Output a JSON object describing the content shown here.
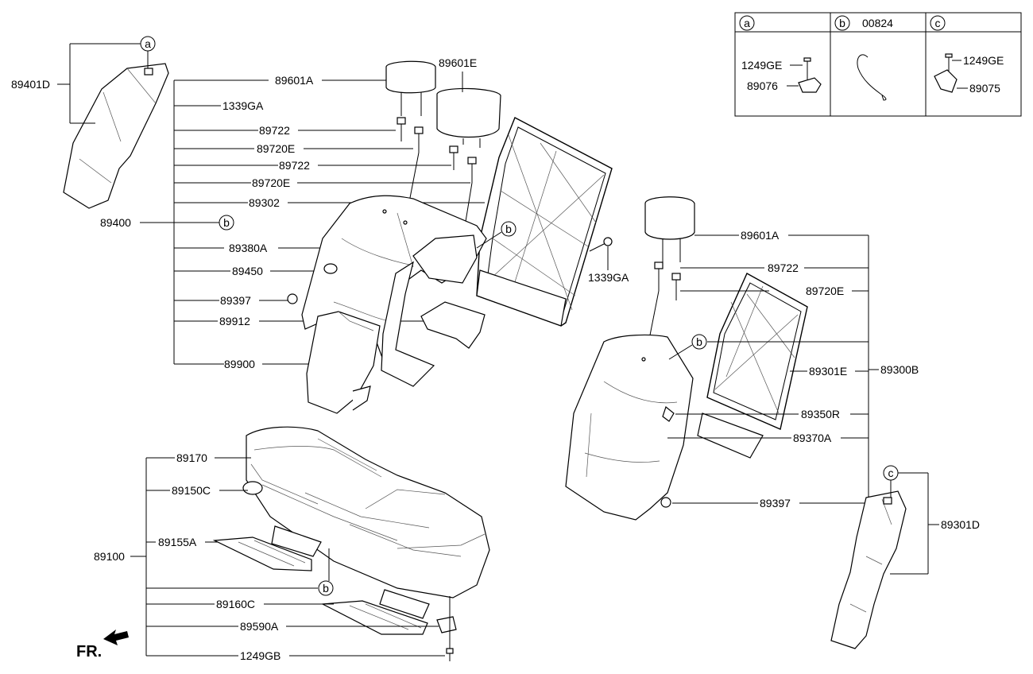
{
  "legend": {
    "header_a": "a",
    "header_b": "b",
    "header_b_code": "00824",
    "header_c": "c",
    "a_bolt": "1249GE",
    "a_cover": "89076",
    "c_bolt": "1249GE",
    "c_cover": "89075"
  },
  "callouts": {
    "a": "a",
    "b": "b",
    "c": "c"
  },
  "labels": {
    "p89401D": "89401D",
    "p89601A_l": "89601A",
    "p89601E": "89601E",
    "p1339GA_l": "1339GA",
    "p89722_l1": "89722",
    "p89720E_l1": "89720E",
    "p89722_l2": "89722",
    "p89720E_l2": "89720E",
    "p89302": "89302",
    "p89400": "89400",
    "p89380A": "89380A",
    "p89450": "89450",
    "p89397_l": "89397",
    "p89912": "89912",
    "p89900": "89900",
    "p1339GA_r": "1339GA",
    "p89601A_r": "89601A",
    "p89722_r": "89722",
    "p89720E_r": "89720E",
    "p89301E": "89301E",
    "p89300B": "89300B",
    "p89350R": "89350R",
    "p89370A": "89370A",
    "p89397_r": "89397",
    "p89301D": "89301D",
    "p89170": "89170",
    "p89150C": "89150C",
    "p89155A": "89155A",
    "p89100": "89100",
    "p89160C": "89160C",
    "p89590A": "89590A",
    "p1249GB": "1249GB"
  },
  "front_marker": "FR."
}
